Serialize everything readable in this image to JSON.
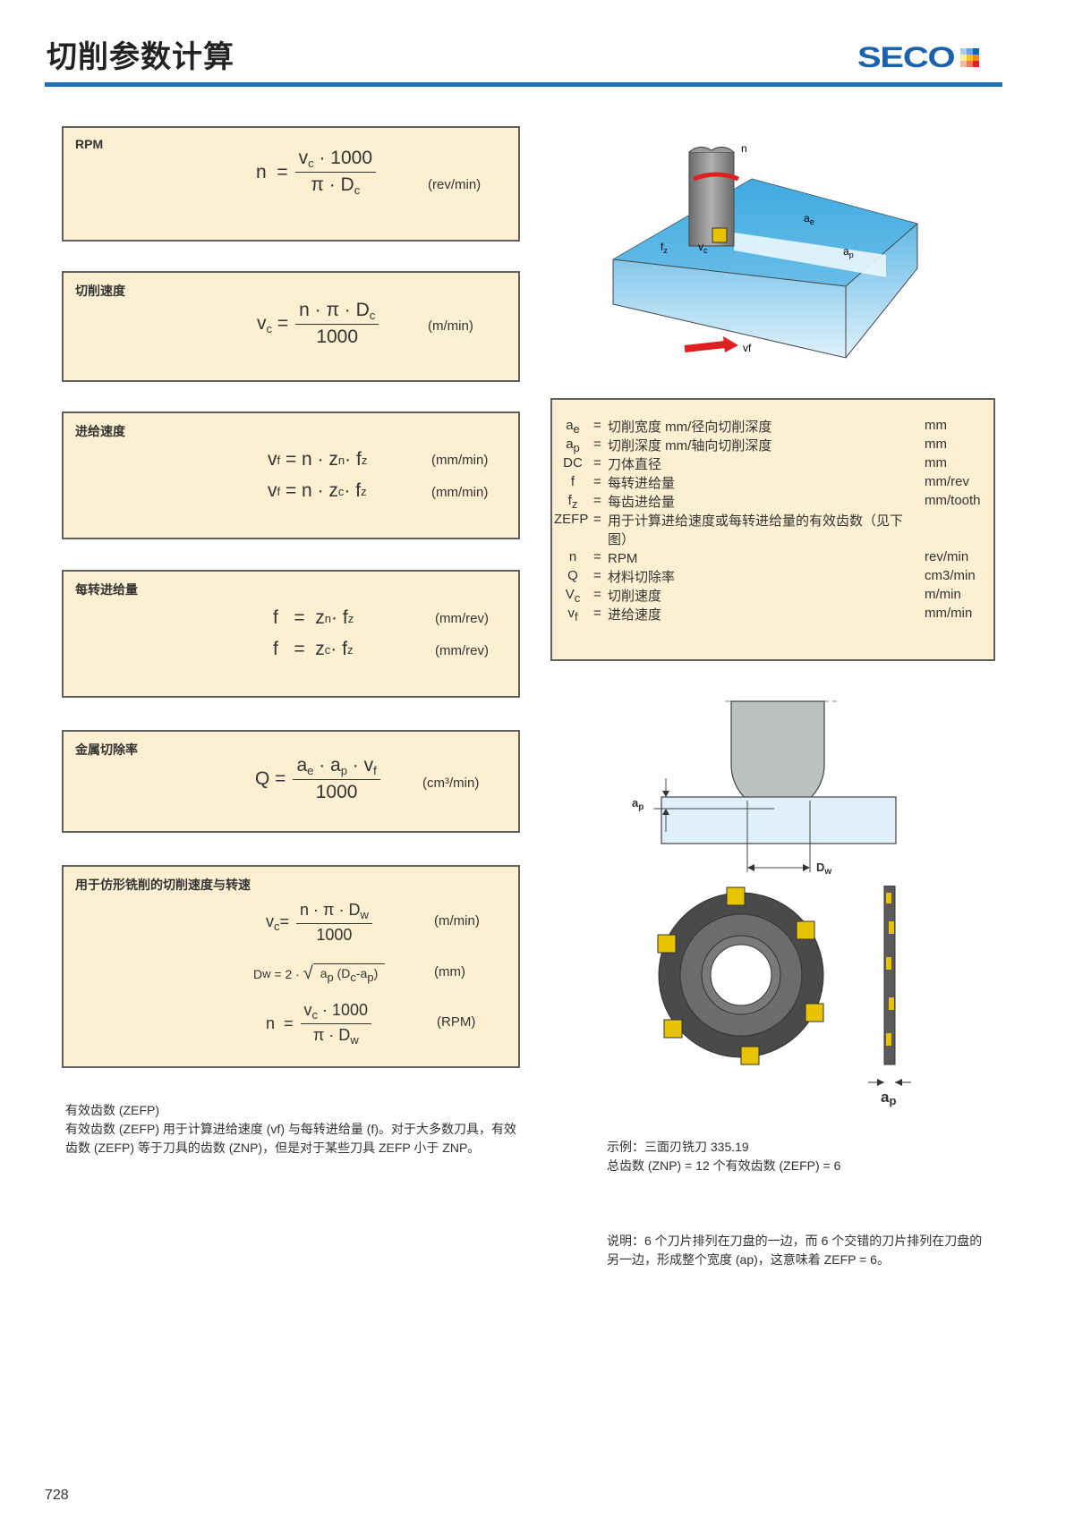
{
  "header": {
    "title": "切削参数计算",
    "logo_text": "SECO",
    "logo_colors": [
      "#a9cbe8",
      "#6aa6d8",
      "#1a62ad",
      "#fff0a0",
      "#f6c21c",
      "#f08a1c",
      "#f8b7a0",
      "#f07860",
      "#e02020"
    ],
    "accent_color": "#1e6fb3"
  },
  "formulas": [
    {
      "label": "RPM",
      "lhs": "n",
      "num": "v_c · 1000",
      "den": "π · D_c",
      "unit": "(rev/min)"
    },
    {
      "label": "切削速度",
      "lhs": "v_c",
      "num": "n · π · D_c",
      "den": "1000",
      "unit": "(m/min)"
    },
    {
      "label": "进给速度",
      "lines": [
        {
          "expr": "v_f = n · z_n · f_z",
          "unit": "(mm/min)"
        },
        {
          "expr": "v_f = n · z_c · f_z",
          "unit": "(mm/min)"
        }
      ]
    },
    {
      "label": "每转进给量",
      "lines": [
        {
          "expr": "f = z_n · f_z",
          "unit": "(mm/rev)"
        },
        {
          "expr": "f = z_c · f_z",
          "unit": "(mm/rev)"
        }
      ]
    },
    {
      "label": "金属切除率",
      "lhs": "Q",
      "num": "a_e · a_p · v_f",
      "den": "1000",
      "unit": "(cm³/min)"
    },
    {
      "label": "用于仿形铣削的切削速度与转速",
      "lines": [
        {
          "expr": "v_c = n · π · D_w / 1000",
          "unit": "(m/min)"
        },
        {
          "expr": "D_w = 2 · √(a_p (D_c - a_p))",
          "unit": "(mm)"
        },
        {
          "expr": "n = v_c · 1000 / (π · D_w)",
          "unit": "(RPM)"
        }
      ]
    }
  ],
  "zefp_note": {
    "title": "有效齿数 (ZEFP)",
    "body": "有效齿数 (ZEFP) 用于计算进给速度 (vf) 与每转进给量 (f)。对于大多数刀具，有效齿数 (ZEFP) 等于刀具的齿数 (ZNP)，但是对于某些刀具 ZEFP 小于 ZNP。"
  },
  "legend": [
    {
      "sym": "a_e",
      "desc": "切削宽度 mm/径向切削深度",
      "unit": "mm"
    },
    {
      "sym": "a_p",
      "desc": "切削深度 mm/轴向切削深度",
      "unit": "mm"
    },
    {
      "sym": "DC",
      "desc": "刀体直径",
      "unit": "mm"
    },
    {
      "sym": "f",
      "desc": "每转进给量",
      "unit": "mm/rev"
    },
    {
      "sym": "f_z",
      "desc": "每齿进给量",
      "unit": "mm/tooth"
    },
    {
      "sym": "ZEFP",
      "desc": "用于计算进给速度或每转进给量的有效齿数（见下图）",
      "unit": ""
    },
    {
      "sym": "n",
      "desc": "RPM",
      "unit": "rev/min"
    },
    {
      "sym": "Q",
      "desc": "材料切除率",
      "unit": "cm3/min"
    },
    {
      "sym": "V_c",
      "desc": "切削速度",
      "unit": "m/min"
    },
    {
      "sym": "v_f",
      "desc": "进给速度",
      "unit": "mm/min"
    }
  ],
  "figure_labels": {
    "milling": [
      "n",
      "a_e",
      "a_p",
      "f_z",
      "v_c",
      "vf"
    ],
    "profile": [
      "a_p",
      "D_w"
    ],
    "side_cutter": [
      "a_p"
    ]
  },
  "example": {
    "line1": "示例：三面刃铣刀 335.19",
    "line2": "总齿数 (ZNP) = 12 个有效齿数 (ZEFP) = 6",
    "note": "说明：6 个刀片排列在刀盘的一边，而 6 个交错的刀片排列在刀盘的另一边，形成整个宽度 (ap)，这意味着 ZEFP = 6。"
  },
  "page_number": "728"
}
